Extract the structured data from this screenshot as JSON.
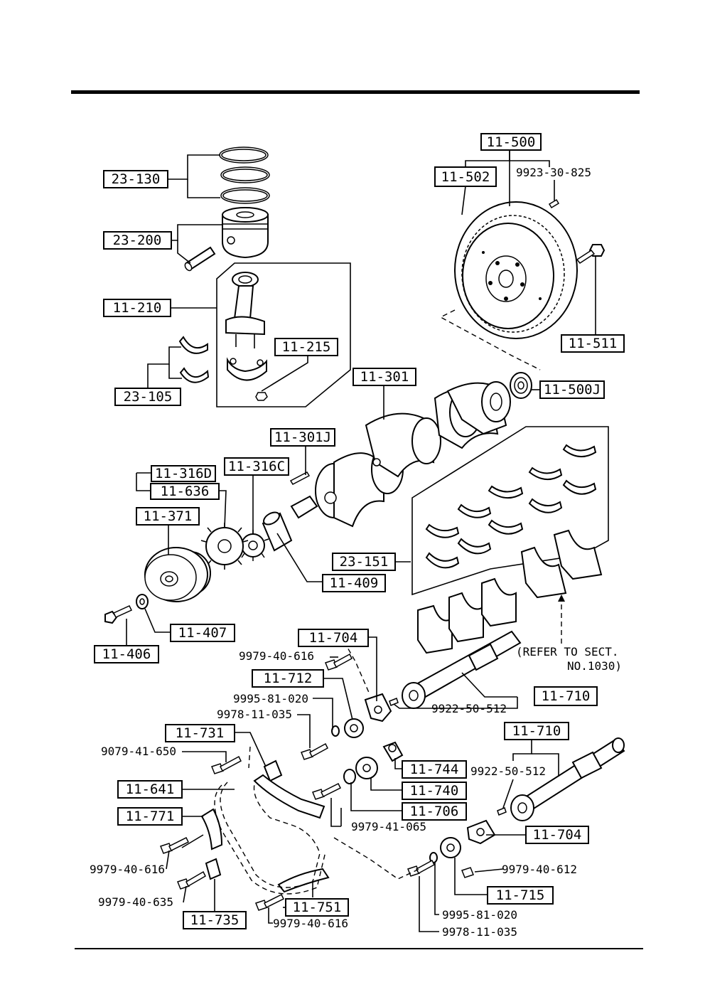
{
  "labels": {
    "l_23_130": "23-130",
    "l_23_200": "23-200",
    "l_11_210": "11-210",
    "l_11_215": "11-215",
    "l_23_105": "23-105",
    "l_11_500": "11-500",
    "l_11_502": "11-502",
    "l_11_511": "11-511",
    "l_11_500J": "11-500J",
    "l_11_301": "11-301",
    "l_11_301J": "11-301J",
    "l_11_316D": "11-316D",
    "l_11_636": "11-636",
    "l_11_316C": "11-316C",
    "l_11_371": "11-371",
    "l_11_409": "11-409",
    "l_23_151": "23-151",
    "l_11_407": "11-407",
    "l_11_406": "11-406",
    "l_11_704a": "11-704",
    "l_11_712": "11-712",
    "l_11_710a": "11-710",
    "l_11_731": "11-731",
    "l_11_641": "11-641",
    "l_11_771": "11-771",
    "l_11_744": "11-744",
    "l_11_740": "11-740",
    "l_11_706": "11-706",
    "l_11_710b": "11-710",
    "l_11_704b": "11-704",
    "l_11_715": "11-715",
    "l_11_751": "11-751",
    "l_11_735": "11-735"
  },
  "part_numbers": {
    "p_9923_30_825": "9923-30-825",
    "p_9979_40_616a": "9979-40-616",
    "p_9995_81_020a": "9995-81-020",
    "p_9978_11_035a": "9978-11-035",
    "p_9079_41_650": "9079-41-650",
    "p_9922_50_512a": "9922-50-512",
    "p_9922_50_512b": "9922-50-512",
    "p_9979_41_065": "9979-41-065",
    "p_9979_40_612": "9979-40-612",
    "p_9979_40_616b": "9979-40-616",
    "p_9979_40_635": "9979-40-635",
    "p_9979_40_616c": "9979-40-616",
    "p_9995_81_020b": "9995-81-020",
    "p_9978_11_035b": "9978-11-035"
  },
  "notes": {
    "refer_line1": "(REFER TO SECT.",
    "refer_line2": "NO.1030)"
  }
}
